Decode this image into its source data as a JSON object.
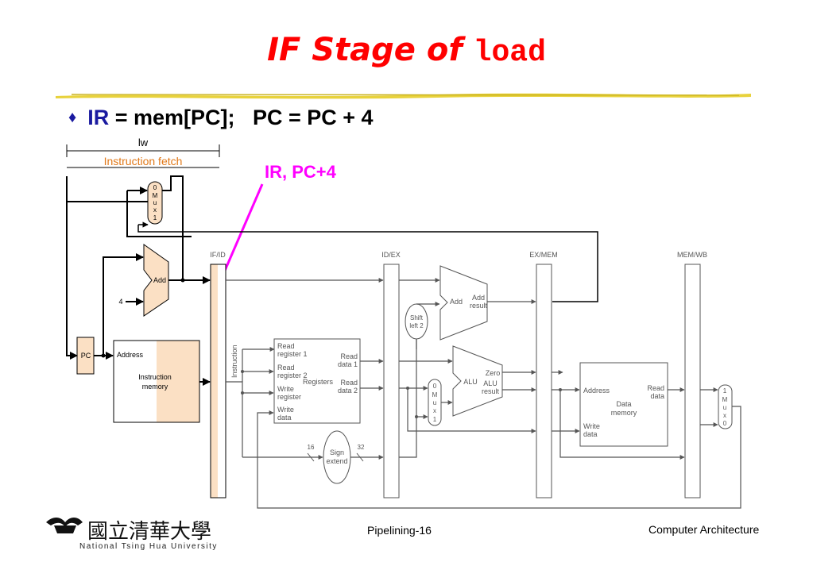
{
  "slide": {
    "title_prefix": "IF Stage of ",
    "title_code": "load",
    "bullet_ir": "IR",
    "bullet_rest": " = mem[PC];   PC = PC + 4",
    "annotation": "IR, PC+4",
    "page_label": "Pipelining-16",
    "course": "Computer Architecture",
    "university_zh": "國立清華大學",
    "university_en": "National Tsing Hua University"
  },
  "diagram": {
    "stage_instr": "lw",
    "stage_name": "Instruction fetch",
    "pipeline_regs": [
      "IF/ID",
      "ID/EX",
      "EX/MEM",
      "MEM/WB"
    ],
    "pc": "PC",
    "four": "4",
    "add": "Add",
    "add_result": "Add result",
    "shift": "Shift left 2",
    "alu": "ALU",
    "alu_zero": "Zero",
    "alu_result": "ALU result",
    "imem_address": "Address",
    "imem_label": "Instruction memory",
    "instruction_bus": "Instruction",
    "reg_read1": "Read register 1",
    "reg_read2": "Read register 2",
    "reg_write": "Write register",
    "reg_wdata": "Write data",
    "reg_rdata1": "Read data 1",
    "reg_rdata2": "Read data 2",
    "registers": "Registers",
    "dmem_address": "Address",
    "dmem_rdata": "Read data",
    "dmem_label": "Data memory",
    "dmem_wdata": "Write data",
    "sign_extend": "Sign extend",
    "bits_in": "16",
    "bits_out": "32",
    "mux_top": [
      "0",
      "M",
      "u",
      "x",
      "1"
    ],
    "mux_alu": [
      "0",
      "M",
      "u",
      "x",
      "1"
    ],
    "mux_wb": [
      "1",
      "M",
      "u",
      "x",
      "0"
    ]
  },
  "colors": {
    "title": "#ff0000",
    "annotation": "#ff00ff",
    "stage_label": "#e07818",
    "highlight": "#fbe0c4",
    "bullet": "#1a1aa0"
  }
}
